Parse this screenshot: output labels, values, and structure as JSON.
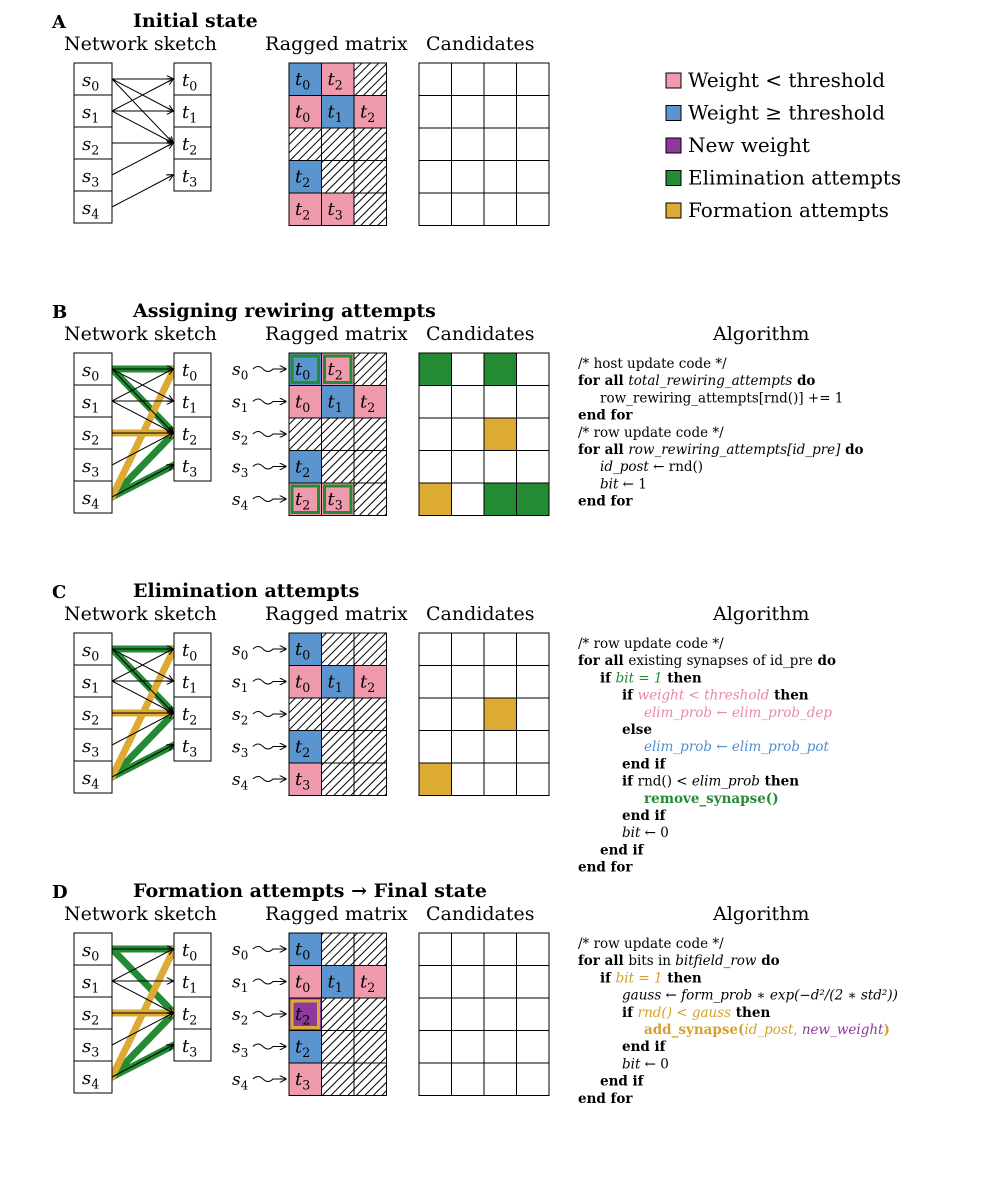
{
  "colors": {
    "weight_low": "#f09aad",
    "weight_high": "#5b95cf",
    "new_weight": "#8d3a9c",
    "elimination": "#248a34",
    "formation": "#ddaa33",
    "pink_text": "#e88aa3",
    "blue_text": "#4f8fcf",
    "green_text": "#248a34",
    "orange_text": "#d6a02a",
    "purple_text": "#8d3a9c"
  },
  "legend": [
    {
      "label": "Weight < threshold",
      "color_key": "weight_low"
    },
    {
      "label": "Weight ≥ threshold",
      "color_key": "weight_high"
    },
    {
      "label": "New weight",
      "color_key": "new_weight"
    },
    {
      "label": "Elimination attempts",
      "color_key": "elimination"
    },
    {
      "label": "Formation attempts",
      "color_key": "formation"
    }
  ],
  "headings": {
    "network_sketch": "Network sketch",
    "ragged_matrix": "Ragged matrix",
    "candidates": "Candidates",
    "algorithm": "Algorithm"
  },
  "panels": [
    {
      "letter": "A",
      "title": "Initial state",
      "show_row_labels": false,
      "sources": [
        "s0",
        "s1",
        "s2",
        "s3",
        "s4"
      ],
      "targets": [
        "t0",
        "t1",
        "t2",
        "t3"
      ],
      "edges": [
        [
          0,
          0
        ],
        [
          0,
          1
        ],
        [
          0,
          2
        ],
        [
          1,
          0
        ],
        [
          1,
          1
        ],
        [
          1,
          2
        ],
        [
          2,
          2
        ],
        [
          3,
          2
        ],
        [
          4,
          3
        ]
      ],
      "thick_edges": [],
      "matrix": [
        [
          {
            "t": "t0",
            "w": "high"
          },
          {
            "t": "t2",
            "w": "low"
          },
          {
            "hatch": true
          }
        ],
        [
          {
            "t": "t0",
            "w": "low"
          },
          {
            "t": "t1",
            "w": "high"
          },
          {
            "t": "t2",
            "w": "low"
          }
        ],
        [
          {
            "hatch": true
          },
          {
            "hatch": true
          },
          {
            "hatch": true
          }
        ],
        [
          {
            "t": "t2",
            "w": "high"
          },
          {
            "hatch": true
          },
          {
            "hatch": true
          }
        ],
        [
          {
            "t": "t2",
            "w": "low"
          },
          {
            "t": "t3",
            "w": "low"
          },
          {
            "hatch": true
          }
        ]
      ],
      "candidates": [
        [
          0,
          0,
          0,
          0
        ],
        [
          0,
          0,
          0,
          0
        ],
        [
          0,
          0,
          0,
          0
        ],
        [
          0,
          0,
          0,
          0
        ],
        [
          0,
          0,
          0,
          0
        ]
      ],
      "algorithm": []
    },
    {
      "letter": "B",
      "title": "Assigning rewiring attempts",
      "show_row_labels": true,
      "sources": [
        "s0",
        "s1",
        "s2",
        "s3",
        "s4"
      ],
      "targets": [
        "t0",
        "t1",
        "t2",
        "t3"
      ],
      "edges": [
        [
          0,
          0
        ],
        [
          0,
          1
        ],
        [
          0,
          2
        ],
        [
          1,
          0
        ],
        [
          1,
          1
        ],
        [
          1,
          2
        ],
        [
          2,
          2
        ],
        [
          3,
          2
        ],
        [
          4,
          3
        ]
      ],
      "thick_edges": [
        {
          "s": 0,
          "t": 0,
          "kind": "elimination"
        },
        {
          "s": 0,
          "t": 2,
          "kind": "elimination"
        },
        {
          "s": 4,
          "t": 2,
          "kind": "elimination"
        },
        {
          "s": 4,
          "t": 3,
          "kind": "elimination"
        },
        {
          "s": 2,
          "t": 2,
          "kind": "formation"
        },
        {
          "s": 4,
          "t": 0,
          "kind": "formation"
        }
      ],
      "matrix": [
        [
          {
            "t": "t0",
            "w": "high",
            "ring": "elimination"
          },
          {
            "t": "t2",
            "w": "low",
            "ring": "elimination"
          },
          {
            "hatch": true
          }
        ],
        [
          {
            "t": "t0",
            "w": "low"
          },
          {
            "t": "t1",
            "w": "high"
          },
          {
            "t": "t2",
            "w": "low"
          }
        ],
        [
          {
            "hatch": true
          },
          {
            "hatch": true
          },
          {
            "hatch": true
          }
        ],
        [
          {
            "t": "t2",
            "w": "high"
          },
          {
            "hatch": true
          },
          {
            "hatch": true
          }
        ],
        [
          {
            "t": "t2",
            "w": "low",
            "ring": "elimination"
          },
          {
            "t": "t3",
            "w": "low",
            "ring": "elimination"
          },
          {
            "hatch": true
          }
        ]
      ],
      "candidates": [
        [
          "g",
          0,
          "g",
          0
        ],
        [
          0,
          0,
          0,
          0
        ],
        [
          0,
          0,
          "o",
          0
        ],
        [
          0,
          0,
          0,
          0
        ],
        [
          "o",
          0,
          "g",
          "g"
        ]
      ],
      "algorithm": [
        {
          "i": 0,
          "segs": [
            {
              "t": "/* host update code */"
            }
          ]
        },
        {
          "i": 0,
          "segs": [
            {
              "t": "for all ",
              "b": 1
            },
            {
              "t": "total_rewiring_attempts",
              "it": 1
            },
            {
              "t": " do",
              "b": 1
            }
          ]
        },
        {
          "i": 1,
          "segs": [
            {
              "t": "row_rewiring_attempts[rnd()] += 1"
            }
          ]
        },
        {
          "i": 0,
          "segs": [
            {
              "t": "end for",
              "b": 1
            }
          ]
        },
        {
          "i": 0,
          "segs": [
            {
              "t": "/* row update code */"
            }
          ]
        },
        {
          "i": 0,
          "segs": [
            {
              "t": "for all ",
              "b": 1
            },
            {
              "t": "row_rewiring_attempts[id_pre]",
              "it": 1
            },
            {
              "t": " do",
              "b": 1
            }
          ]
        },
        {
          "i": 1,
          "segs": [
            {
              "t": "id_post",
              "it": 1
            },
            {
              "t": " ← rnd()"
            }
          ]
        },
        {
          "i": 1,
          "segs": [
            {
              "t": "bit",
              "it": 1
            },
            {
              "t": " ← 1"
            }
          ]
        },
        {
          "i": 0,
          "segs": [
            {
              "t": "end for",
              "b": 1
            }
          ]
        }
      ]
    },
    {
      "letter": "C",
      "title": "Elimination attempts",
      "show_row_labels": true,
      "sources": [
        "s0",
        "s1",
        "s2",
        "s3",
        "s4"
      ],
      "targets": [
        "t0",
        "t1",
        "t2",
        "t3"
      ],
      "edges": [
        [
          0,
          0
        ],
        [
          0,
          1
        ],
        [
          0,
          2
        ],
        [
          1,
          0
        ],
        [
          1,
          1
        ],
        [
          1,
          2
        ],
        [
          2,
          2
        ],
        [
          3,
          2
        ],
        [
          4,
          3
        ]
      ],
      "thick_edges": [
        {
          "s": 0,
          "t": 0,
          "kind": "elimination"
        },
        {
          "s": 0,
          "t": 2,
          "kind": "elimination"
        },
        {
          "s": 4,
          "t": 2,
          "kind": "elimination"
        },
        {
          "s": 4,
          "t": 3,
          "kind": "elimination"
        },
        {
          "s": 2,
          "t": 2,
          "kind": "formation"
        },
        {
          "s": 4,
          "t": 0,
          "kind": "formation"
        }
      ],
      "matrix": [
        [
          {
            "t": "t0",
            "w": "high"
          },
          {
            "hatch": true
          },
          {
            "hatch": true
          }
        ],
        [
          {
            "t": "t0",
            "w": "low"
          },
          {
            "t": "t1",
            "w": "high"
          },
          {
            "t": "t2",
            "w": "low"
          }
        ],
        [
          {
            "hatch": true
          },
          {
            "hatch": true
          },
          {
            "hatch": true
          }
        ],
        [
          {
            "t": "t2",
            "w": "high"
          },
          {
            "hatch": true
          },
          {
            "hatch": true
          }
        ],
        [
          {
            "t": "t3",
            "w": "low"
          },
          {
            "hatch": true
          },
          {
            "hatch": true
          }
        ]
      ],
      "candidates": [
        [
          0,
          0,
          0,
          0
        ],
        [
          0,
          0,
          0,
          0
        ],
        [
          0,
          0,
          "o",
          0
        ],
        [
          0,
          0,
          0,
          0
        ],
        [
          "o",
          0,
          0,
          0
        ]
      ],
      "algorithm": [
        {
          "i": 0,
          "segs": [
            {
              "t": "/* row update code */"
            }
          ]
        },
        {
          "i": 0,
          "segs": [
            {
              "t": "for all ",
              "b": 1
            },
            {
              "t": "existing synapses of id_pre"
            },
            {
              "t": " do",
              "b": 1
            }
          ]
        },
        {
          "i": 1,
          "segs": [
            {
              "t": "if ",
              "b": 1
            },
            {
              "t": "bit = 1",
              "it": 1,
              "c": "green_text"
            },
            {
              "t": " then",
              "b": 1
            }
          ]
        },
        {
          "i": 2,
          "segs": [
            {
              "t": "if ",
              "b": 1
            },
            {
              "t": "weight < threshold",
              "it": 1,
              "c": "pink_text"
            },
            {
              "t": " then",
              "b": 1
            }
          ]
        },
        {
          "i": 3,
          "segs": [
            {
              "t": "elim_prob ← elim_prob_dep",
              "it": 1,
              "c": "pink_text"
            }
          ]
        },
        {
          "i": 2,
          "segs": [
            {
              "t": "else",
              "b": 1
            }
          ]
        },
        {
          "i": 3,
          "segs": [
            {
              "t": "elim_prob ← elim_prob_pot",
              "it": 1,
              "c": "blue_text"
            }
          ]
        },
        {
          "i": 2,
          "segs": [
            {
              "t": "end if",
              "b": 1
            }
          ]
        },
        {
          "i": 2,
          "segs": [
            {
              "t": "if ",
              "b": 1
            },
            {
              "t": "rnd() < "
            },
            {
              "t": "elim_prob",
              "it": 1
            },
            {
              "t": " then",
              "b": 1
            }
          ]
        },
        {
          "i": 3,
          "segs": [
            {
              "t": "remove_synapse()",
              "b": 1,
              "c": "green_text"
            }
          ]
        },
        {
          "i": 2,
          "segs": [
            {
              "t": "end if",
              "b": 1
            }
          ]
        },
        {
          "i": 2,
          "segs": [
            {
              "t": "bit",
              "it": 1
            },
            {
              "t": " ← 0"
            }
          ]
        },
        {
          "i": 1,
          "segs": [
            {
              "t": "end if",
              "b": 1
            }
          ]
        },
        {
          "i": 0,
          "segs": [
            {
              "t": "end for",
              "b": 1
            }
          ]
        }
      ]
    },
    {
      "letter": "D",
      "title": "Formation attempts → Final state",
      "show_row_labels": true,
      "sources": [
        "s0",
        "s1",
        "s2",
        "s3",
        "s4"
      ],
      "targets": [
        "t0",
        "t1",
        "t2",
        "t3"
      ],
      "edges": [
        [
          0,
          0
        ],
        [
          1,
          0
        ],
        [
          1,
          1
        ],
        [
          1,
          2
        ],
        [
          2,
          2
        ],
        [
          3,
          2
        ],
        [
          4,
          3
        ]
      ],
      "thick_edges": [
        {
          "s": 0,
          "t": 0,
          "kind": "elimination"
        },
        {
          "s": 0,
          "t": 2,
          "kind": "elimination"
        },
        {
          "s": 4,
          "t": 2,
          "kind": "elimination"
        },
        {
          "s": 4,
          "t": 3,
          "kind": "elimination"
        },
        {
          "s": 2,
          "t": 2,
          "kind": "formation"
        },
        {
          "s": 4,
          "t": 0,
          "kind": "formation"
        }
      ],
      "matrix": [
        [
          {
            "t": "t0",
            "w": "high"
          },
          {
            "hatch": true
          },
          {
            "hatch": true
          }
        ],
        [
          {
            "t": "t0",
            "w": "low"
          },
          {
            "t": "t1",
            "w": "high"
          },
          {
            "t": "t2",
            "w": "low"
          }
        ],
        [
          {
            "t": "t2",
            "w": "new",
            "ring": "formation"
          },
          {
            "hatch": true
          },
          {
            "hatch": true
          }
        ],
        [
          {
            "t": "t2",
            "w": "high"
          },
          {
            "hatch": true
          },
          {
            "hatch": true
          }
        ],
        [
          {
            "t": "t3",
            "w": "low"
          },
          {
            "hatch": true
          },
          {
            "hatch": true
          }
        ]
      ],
      "candidates": [
        [
          0,
          0,
          0,
          0
        ],
        [
          0,
          0,
          0,
          0
        ],
        [
          0,
          0,
          0,
          0
        ],
        [
          0,
          0,
          0,
          0
        ],
        [
          0,
          0,
          0,
          0
        ]
      ],
      "algorithm": [
        {
          "i": 0,
          "segs": [
            {
              "t": "/* row update code */"
            }
          ]
        },
        {
          "i": 0,
          "segs": [
            {
              "t": "for all ",
              "b": 1
            },
            {
              "t": "bits in "
            },
            {
              "t": "bitfield_row",
              "it": 1
            },
            {
              "t": " do",
              "b": 1
            }
          ]
        },
        {
          "i": 1,
          "segs": [
            {
              "t": "if ",
              "b": 1
            },
            {
              "t": "bit = 1",
              "it": 1,
              "c": "orange_text"
            },
            {
              "t": " then",
              "b": 1
            }
          ]
        },
        {
          "i": 2,
          "segs": [
            {
              "t": "gauss ← form_prob ∗ exp(−d²/(2 ∗ std²))",
              "it": 1
            }
          ]
        },
        {
          "i": 2,
          "segs": [
            {
              "t": "if ",
              "b": 1
            },
            {
              "t": "rnd() < gauss",
              "it": 1,
              "c": "orange_text"
            },
            {
              "t": " then",
              "b": 1
            }
          ]
        },
        {
          "i": 3,
          "segs": [
            {
              "t": "add_synapse(",
              "b": 1,
              "c": "orange_text"
            },
            {
              "t": "id_post",
              "it": 1,
              "c": "orange_text"
            },
            {
              "t": ", ",
              "c": "orange_text"
            },
            {
              "t": "new_weight",
              "it": 1,
              "c": "purple_text"
            },
            {
              "t": ")",
              "b": 1,
              "c": "orange_text"
            }
          ]
        },
        {
          "i": 2,
          "segs": [
            {
              "t": "end if",
              "b": 1
            }
          ]
        },
        {
          "i": 2,
          "segs": [
            {
              "t": "bit",
              "it": 1
            },
            {
              "t": " ← 0"
            }
          ]
        },
        {
          "i": 1,
          "segs": [
            {
              "t": "end if",
              "b": 1
            }
          ]
        },
        {
          "i": 0,
          "segs": [
            {
              "t": "end for",
              "b": 1
            }
          ]
        }
      ]
    }
  ]
}
